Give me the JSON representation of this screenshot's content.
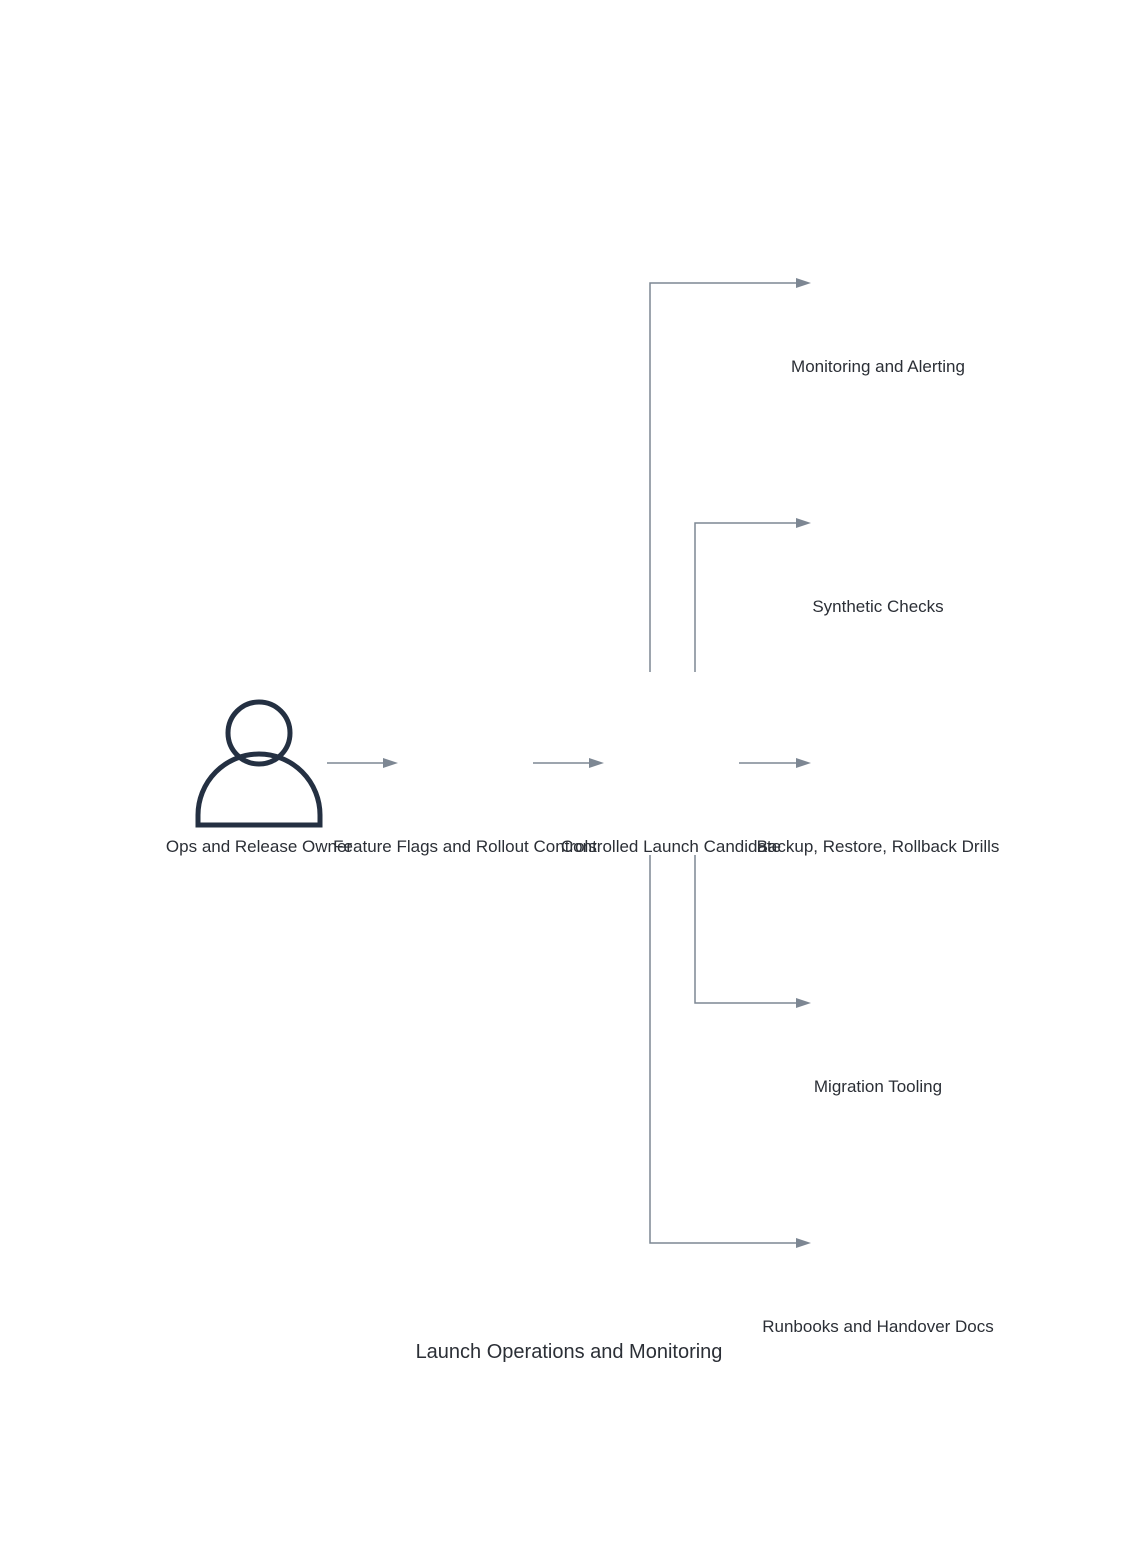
{
  "diagram": {
    "title": "Launch Operations and Monitoring",
    "actor": {
      "label": "Ops and Release Owner",
      "icon": "person-icon"
    },
    "nodes": {
      "feature_flags": {
        "label": "Feature Flags and Rollout Controls"
      },
      "launch_candidate": {
        "label": "Controlled Launch Candidate"
      },
      "monitoring": {
        "label": "Monitoring and Alerting"
      },
      "synthetic": {
        "label": "Synthetic Checks"
      },
      "backup": {
        "label": "Backup, Restore, Rollback Drills"
      },
      "migration": {
        "label": "Migration Tooling"
      },
      "runbooks": {
        "label": "Runbooks and Handover Docs"
      }
    },
    "colors": {
      "edge": "#7d8793",
      "actor": "#243042",
      "text": "#2b2f36"
    }
  }
}
